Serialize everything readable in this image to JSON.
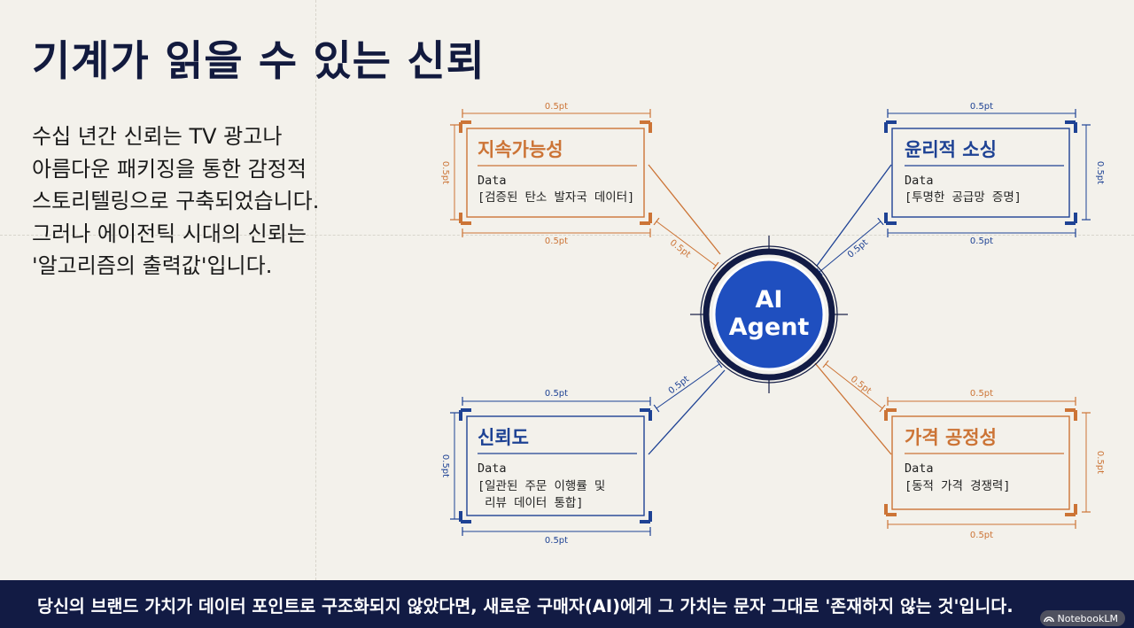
{
  "title": "기계가 읽을 수 있는 신뢰",
  "body_lines": [
    "수십 년간 신뢰는 TV 광고나",
    "아름다운 패키징을 통한 감정적",
    "스토리텔링으로 구축되었습니다.",
    "그러나 에이전틱 시대의 신뢰는",
    "'알고리즘의 출력값'입니다."
  ],
  "center": {
    "line1": "AI",
    "line2": "Agent"
  },
  "dimension_label": "0.5pt",
  "cards": {
    "sustainability": {
      "title": "지속가능성",
      "data_label": "Data",
      "lines": [
        "[검증된 탄소 발자국 데이터]"
      ]
    },
    "ethical": {
      "title": "윤리적 소싱",
      "data_label": "Data",
      "lines": [
        "[투명한 공급망 증명]"
      ]
    },
    "reliability": {
      "title": "신뢰도",
      "data_label": "Data",
      "lines": [
        "[일관된 주문 이행률 및",
        " 리뷰 데이터 통합]"
      ]
    },
    "pricing": {
      "title": "가격 공정성",
      "data_label": "Data",
      "lines": [
        "[동적 가격 경쟁력]"
      ]
    }
  },
  "colors": {
    "orange": "#cc7436",
    "blue": "#1e4294",
    "navy": "#121b44",
    "agent_fill": "#1f4fbf"
  },
  "footer": {
    "text": "당신의 브랜드 가치가 데이터 포인트로 구조화되지 않았다면, 새로운 구매자(AI)에게 그 가치는 문자 그대로 '존재하지 않는 것'입니다.",
    "badge": "NotebookLM"
  }
}
